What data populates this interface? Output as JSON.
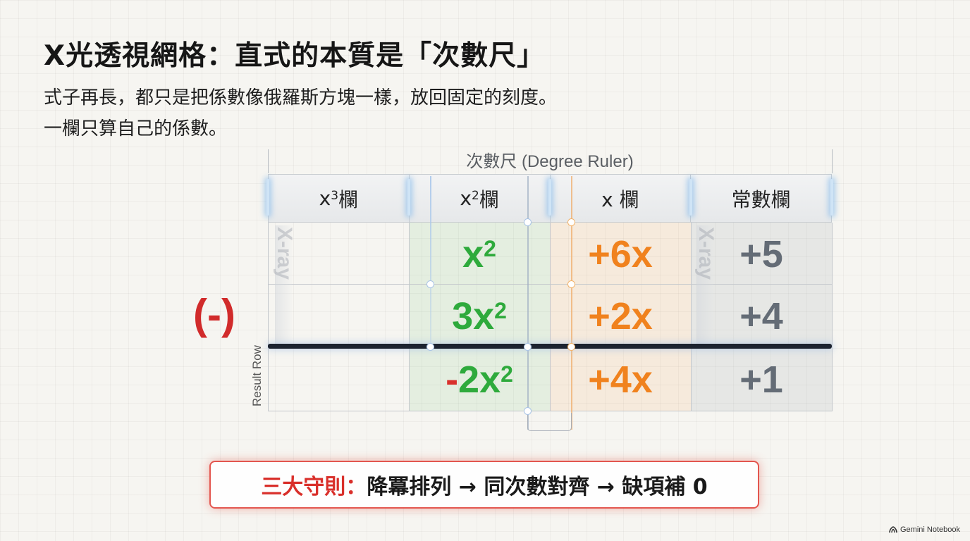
{
  "title": "X光透視網格：直式的本質是「次數尺」",
  "subtitle_lines": [
    "式子再長，都只是把係數像俄羅斯方塊一樣，放回固定的刻度。",
    "一欄只算自己的係數。"
  ],
  "ruler_label": "次數尺 (Degree Ruler)",
  "columns": [
    {
      "base": "x",
      "exp": "3",
      "suffix": " 欄"
    },
    {
      "base": "x",
      "exp": "2",
      "suffix": " 欄"
    },
    {
      "base": "",
      "exp": "",
      "suffix": "x 欄"
    },
    {
      "base": "",
      "exp": "",
      "suffix": "常數欄"
    }
  ],
  "xray_label": "X-ray",
  "operator": "(-)",
  "result_row_label": "Result Row",
  "rows": [
    {
      "x2": {
        "sign": "",
        "coef": "x",
        "exp": "2"
      },
      "x": "+6x",
      "c": "+5"
    },
    {
      "x2": {
        "sign": "",
        "coef": "3x",
        "exp": "2"
      },
      "x": "+2x",
      "c": "+4"
    },
    {
      "x2": {
        "sign": "-",
        "coef": "2x",
        "exp": "2"
      },
      "x": "+4x",
      "c": "+1"
    }
  ],
  "rules": {
    "label": "三大守則：",
    "text": "降冪排列 → 同次數對齊 → 缺項補 0"
  },
  "footer": "Gemini Notebook",
  "colors": {
    "green": "#2eaa3c",
    "orange": "#f0821e",
    "gray": "#646c76",
    "red": "#d9302c"
  }
}
